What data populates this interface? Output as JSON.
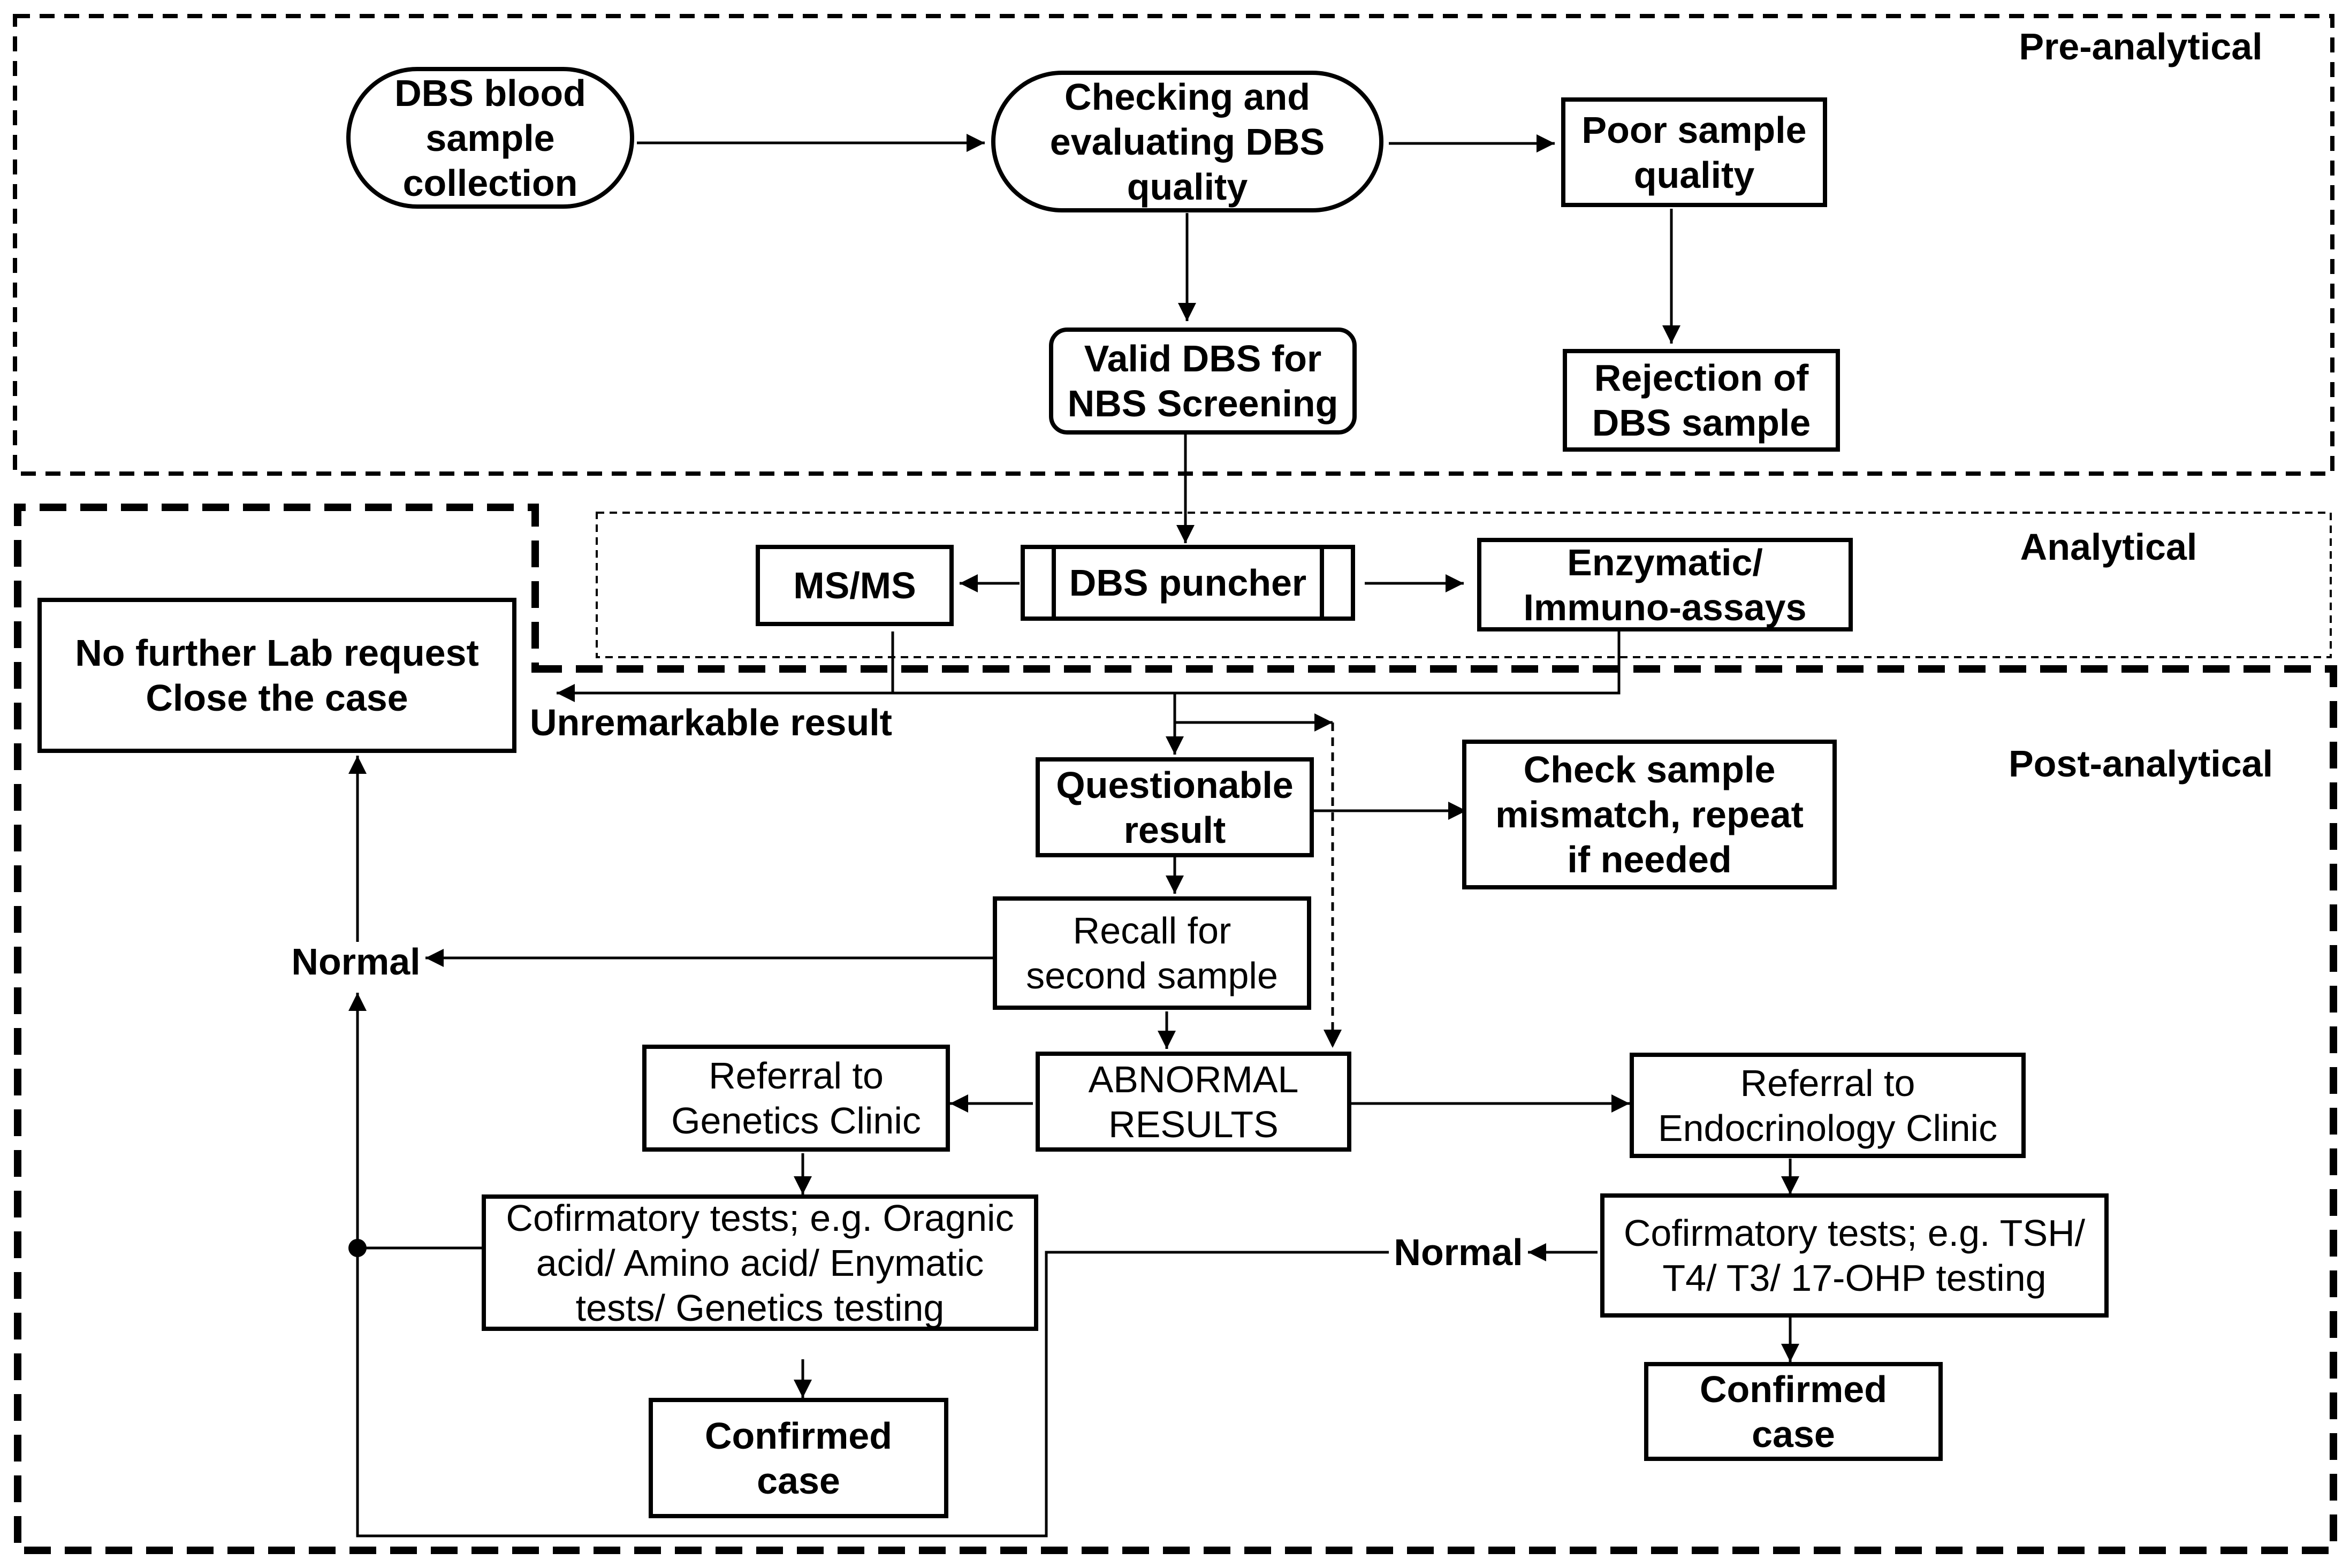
{
  "sections": {
    "pre": "Pre-analytical",
    "analytical": "Analytical",
    "post": "Post-analytical"
  },
  "nodes": {
    "dbs_collection": [
      "DBS blood",
      "sample",
      "collection"
    ],
    "checking": [
      "Checking and",
      "evaluating DBS",
      "quality"
    ],
    "poor_quality": [
      "Poor sample",
      "quality"
    ],
    "valid_dbs": [
      "Valid DBS for",
      "NBS Screening"
    ],
    "rejection": [
      "Rejection of",
      "DBS sample"
    ],
    "msms": [
      "MS/MS"
    ],
    "puncher": [
      "DBS puncher"
    ],
    "enzymatic": [
      "Enzymatic/",
      "Immuno-assays"
    ],
    "no_further": [
      "No further Lab request",
      "Close the case"
    ],
    "questionable": [
      "Questionable",
      "result"
    ],
    "check_mismatch": [
      "Check sample",
      "mismatch, repeat",
      "if needed"
    ],
    "recall": [
      "Recall for",
      "second sample"
    ],
    "abnormal": [
      "ABNORMAL",
      "RESULTS"
    ],
    "genetics": [
      "Referral to",
      "Genetics Clinic"
    ],
    "endocrinology": [
      "Referral to",
      "Endocrinology Clinic"
    ],
    "conf_tests_left": [
      "Cofirmatory tests; e.g. Oragnic",
      "acid/ Amino acid/ Enymatic",
      "tests/ Genetics testing"
    ],
    "conf_tests_right": [
      "Cofirmatory tests; e.g. TSH/",
      "T4/ T3/ 17-OHP testing"
    ],
    "confirmed_left": [
      "Confirmed",
      "case"
    ],
    "confirmed_right": [
      "Confirmed",
      "case"
    ]
  },
  "labels": {
    "unremarkable": "Unremarkable result",
    "normal_left": "Normal",
    "normal_right": "Normal"
  }
}
